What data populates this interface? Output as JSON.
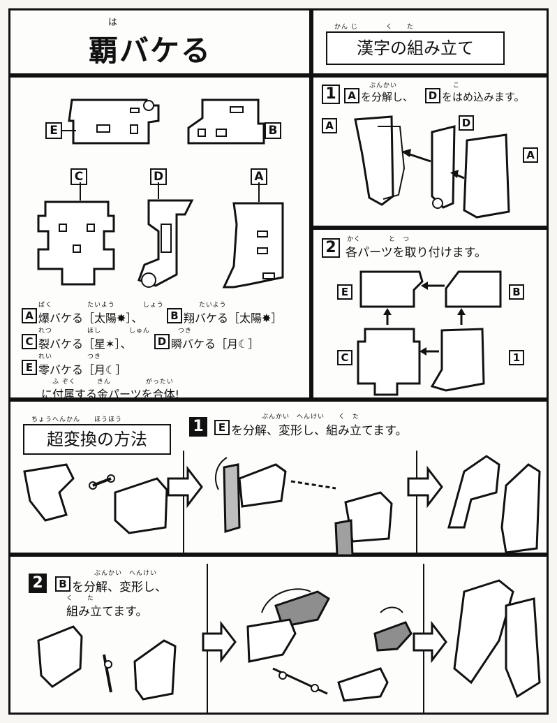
{
  "main_title": {
    "ruby": "は",
    "text": "覇バケる"
  },
  "assembly": {
    "title": "漢字の組み立て",
    "title_ruby": "かん じ　　　　く　　た",
    "step1": {
      "num": "1",
      "ruby": "ぶんかい　　　　　　　　こ",
      "part_a": "A",
      "text1": "を分解し、",
      "part_d": "D",
      "text2": "をはめ込みます。",
      "labels": [
        "A",
        "D",
        "A"
      ]
    },
    "step2": {
      "num": "2",
      "ruby": "かく　　　　と　つ",
      "text": "各パーツを取り付けます。",
      "labels": [
        "E",
        "B",
        "C",
        "1"
      ]
    }
  },
  "parts_panel": {
    "labels": {
      "e": "E",
      "b": "B",
      "c": "C",
      "d": "D",
      "a": "A"
    },
    "notes": [
      {
        "ruby": "ばく　　　　　たいよう　　　　しょう　　　　　たいよう",
        "p1": "A",
        "t1": "爆バケる［太陽✸］、",
        "p2": "B",
        "t2": "翔バケる［太陽✸］"
      },
      {
        "ruby": "れつ　　　　　ほし　　　　しゅん　　　　つき",
        "p1": "C",
        "t1": "裂バケる［星✶］、",
        "p2": "D",
        "t2": "瞬バケる［月☾］"
      },
      {
        "ruby": "れい　　　　　つき",
        "p1": "E",
        "t1": "零バケる［月☾］"
      },
      {
        "ruby": "ふ ぞく　　　きん　　　　　がったい",
        "t1": "に付属する金パーツを合体!"
      }
    ]
  },
  "transform": {
    "title": "超変換の方法",
    "title_ruby": "ちょうへんかん　　ほうほう",
    "step1": {
      "num": "1",
      "ruby": "ぶんかい　へんけい　　く　た",
      "part": "E",
      "text": "を分解、変形し、組み立てます。"
    },
    "step2": {
      "num": "2",
      "ruby": "ぶんかい　へんけい",
      "part": "B",
      "text1": "を分解、変形し、",
      "ruby2": "く　　た",
      "text2": "組み立てます。"
    }
  }
}
